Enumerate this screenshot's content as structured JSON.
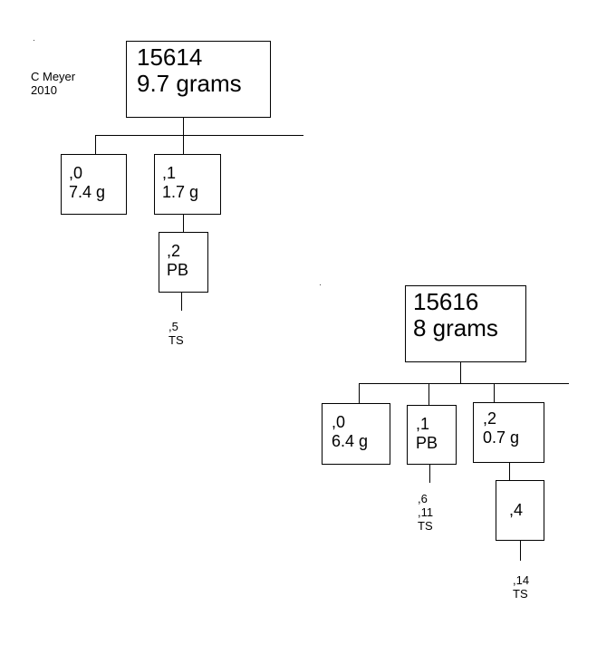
{
  "credit": {
    "author": "C Meyer",
    "year": "2010"
  },
  "trees": [
    {
      "root": {
        "id": "15614",
        "weight": "9.7 grams"
      },
      "children": [
        {
          "id": ",0",
          "detail": "7.4 g"
        },
        {
          "id": ",1",
          "detail": "1.7 g",
          "child": {
            "id": ",2",
            "detail": "PB",
            "leaf": {
              "lines": [
                ",5",
                "TS"
              ]
            }
          }
        }
      ]
    },
    {
      "root": {
        "id": "15616",
        "weight": "8 grams"
      },
      "children": [
        {
          "id": ",0",
          "detail": "6.4 g"
        },
        {
          "id": ",1",
          "detail": "PB",
          "leaf": {
            "lines": [
              ",6",
              ",11",
              "TS"
            ]
          }
        },
        {
          "id": ",2",
          "detail": "0.7 g",
          "child": {
            "id": ",4",
            "leaf": {
              "lines": [
                ",14",
                "TS"
              ]
            }
          }
        }
      ]
    }
  ]
}
